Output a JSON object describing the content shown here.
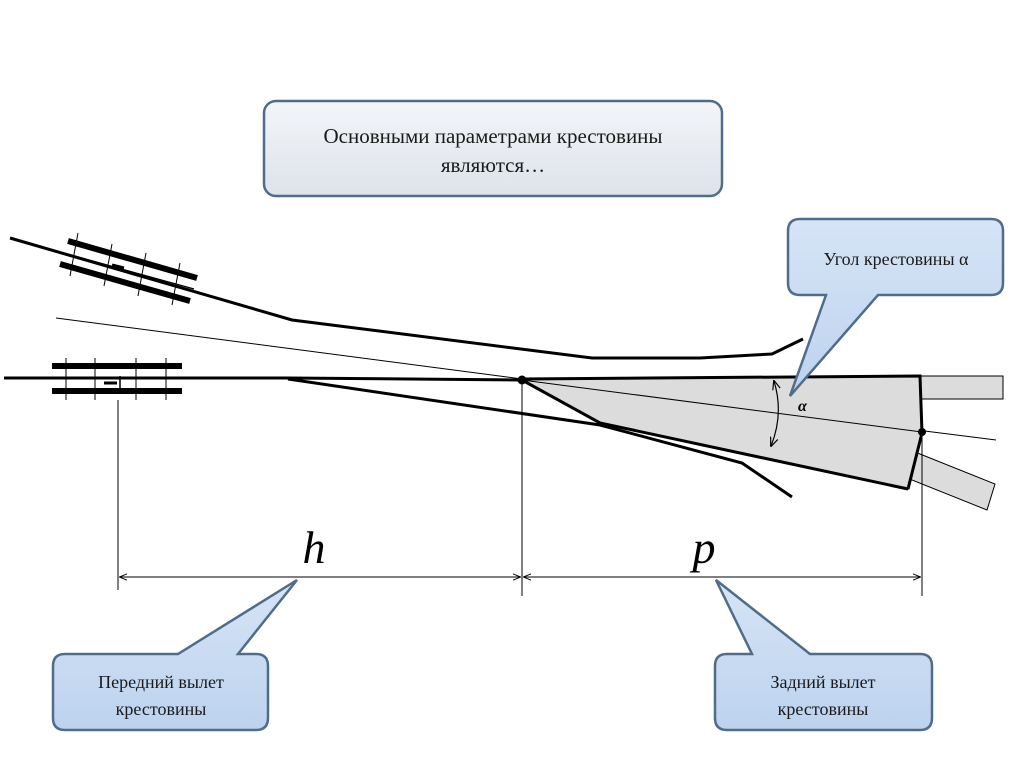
{
  "title_box": {
    "line1": "Основными параметрами крестовины",
    "line2": "являются…"
  },
  "angle_box": {
    "text": "Угол крестовины α"
  },
  "angle_symbol": "α",
  "front_box": {
    "line1": "Передний вылет",
    "line2": "крестовины"
  },
  "rear_box": {
    "line1": "Задний вылет",
    "line2": "крестовины"
  },
  "dimensions": {
    "front": "h",
    "rear": "p"
  },
  "colors": {
    "callout_fill": "#c9dcf2",
    "callout_stroke": "#4f6d8a",
    "title_fill": "#e8ecf1",
    "frog_fill": "#dcdcdc"
  }
}
